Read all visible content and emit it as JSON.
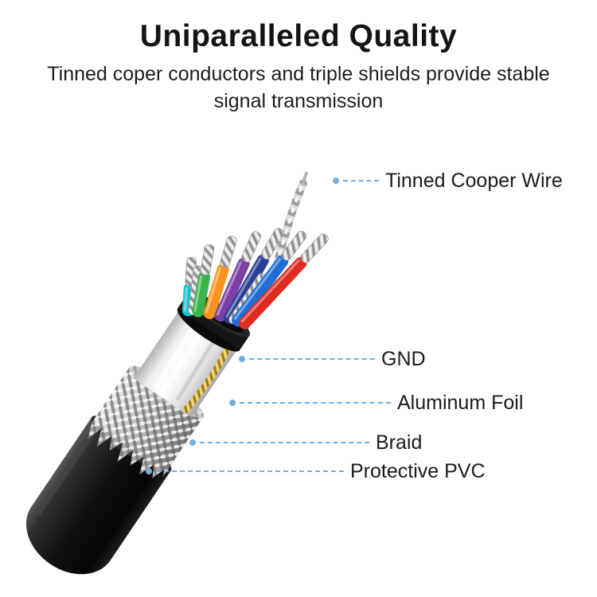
{
  "header": {
    "title": "Uniparalleled Quality",
    "subtitle_line1": "Tinned coper conductors and triple shields provide stable",
    "subtitle_line2": "signal transmission"
  },
  "callouts": [
    {
      "label": "Tinned Cooper Wire",
      "points_to": "tinned-copper-wire-tip"
    },
    {
      "label": "GND",
      "points_to": "gnd-drain-wire"
    },
    {
      "label": "Aluminum Foil",
      "points_to": "aluminum-foil-layer"
    },
    {
      "label": "Braid",
      "points_to": "braid-layer"
    },
    {
      "label": "Protective PVC",
      "points_to": "pvc-jacket"
    }
  ],
  "colors": {
    "callout_line": "#74aede",
    "heading_text": "#141414",
    "body_text": "#1d1d1d",
    "jacket_black": "#111111",
    "foil_white": "#f5f5f5",
    "drain_wire_gold": "#d9b63e",
    "wire_red": "#e02b20",
    "wire_blue": "#1f6fd6",
    "wire_navy": "#273f94",
    "wire_purple": "#7d3fa5",
    "wire_orange": "#f7941d",
    "wire_green": "#3bb54a",
    "wire_cyan": "#14c4d4"
  },
  "diagram": {
    "name": "cable-cross-section-illustration",
    "layers_outside_in": [
      "Protective PVC",
      "Braid",
      "Aluminum Foil",
      "GND drain wire",
      "Colored insulated conductors",
      "Tinned copper wire"
    ]
  }
}
